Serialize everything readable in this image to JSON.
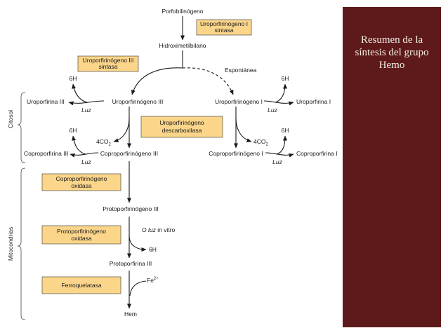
{
  "title": "Resumen de la síntesis del grupo Hemo",
  "panel_color": "#5e1a1a",
  "enzyme_color": "#fbd58a",
  "compartments": {
    "cytosol": "Citosol",
    "mitochondria": "Mitocondrias"
  },
  "compounds": {
    "porfobilinogeno": "Porfobilinógeno",
    "hidroximetilbilano": "Hidroximetilbilano",
    "uro3": "Uroporfirinógeno III",
    "uro1": "Uroporfirinógeno I",
    "uroporfirina3": "Uroporfirina III",
    "uroporfirina1": "Uroporfirina I",
    "copro3_gen": "Coproporfirinógeno III",
    "copro1_gen": "Coproporfirinógeno I",
    "coproporfirina3": "Coproporfirina III",
    "coproporfirina1": "Coproporfirina I",
    "protogen": "Protoporfirinógeno III",
    "protoporfirina": "Protoporfirina III",
    "hem": "Hem"
  },
  "enzymes": {
    "uro1_sintasa_1": "Uroporfirinógeno I",
    "uro1_sintasa_2": "sintasa",
    "uro3_sintasa_1": "Uroporfirinógeno III",
    "uro3_sintasa_2": "sintasa",
    "descarbox_1": "Uroporfirinógeno",
    "descarbox_2": "descarboxilasa",
    "coprox_1": "Coproporfirinógeno",
    "coprox_2": "oxidasa",
    "protox_1": "Protoporfirinógeno",
    "protox_2": "oxidasa",
    "ferroquelatasa": "Ferroquelatasa"
  },
  "labels": {
    "espontanea": "Espontánea",
    "six_h": "6H",
    "luz": "Luz",
    "four_co2_prefix": "4CO",
    "sub_2": "2",
    "o_luz_italic": "O luz",
    "in_vitro": " in vitro",
    "fe": "Fe",
    "fe_charge": "2+"
  }
}
